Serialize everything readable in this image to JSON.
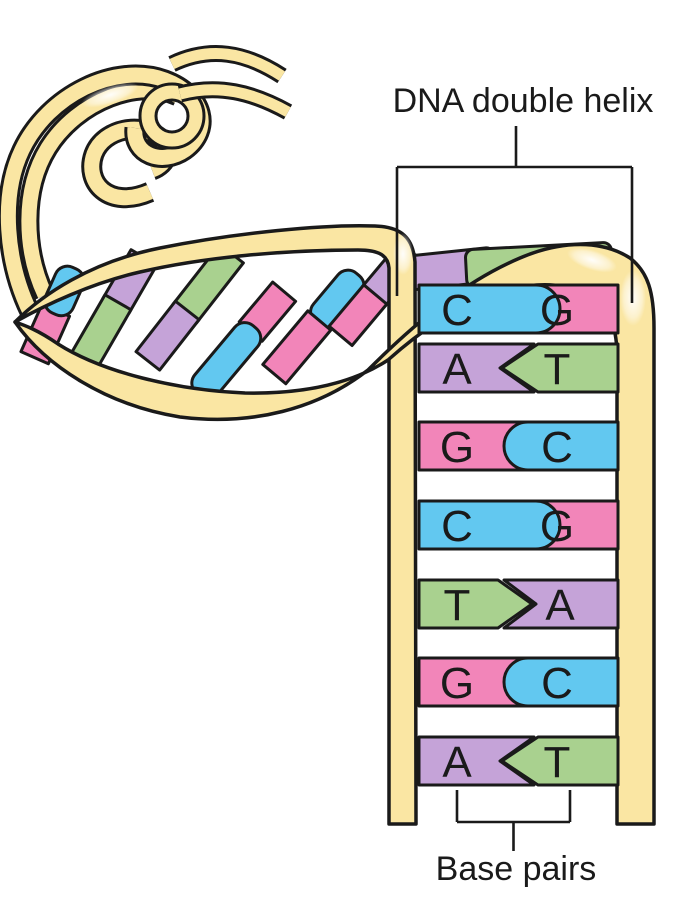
{
  "title": {
    "label": "DNA double helix"
  },
  "footer": {
    "label": "Base pairs"
  },
  "colors": {
    "strand_yellow": "#FAE6A3",
    "outline": "#1a1a1a",
    "adenine_purple": "#C5A3D8",
    "thymine_green": "#A9D18F",
    "guanine_pink": "#F285B9",
    "cytosine_blue": "#62C8F0"
  },
  "base_color_legend": {
    "A": "purple",
    "T": "green",
    "G": "pink",
    "C": "blue"
  },
  "ladder": {
    "rows": [
      {
        "left": "C",
        "right": "G"
      },
      {
        "left": "A",
        "right": "T"
      },
      {
        "left": "G",
        "right": "C"
      },
      {
        "left": "C",
        "right": "G"
      },
      {
        "left": "T",
        "right": "A"
      },
      {
        "left": "G",
        "right": "C"
      },
      {
        "left": "A",
        "right": "T"
      }
    ]
  }
}
